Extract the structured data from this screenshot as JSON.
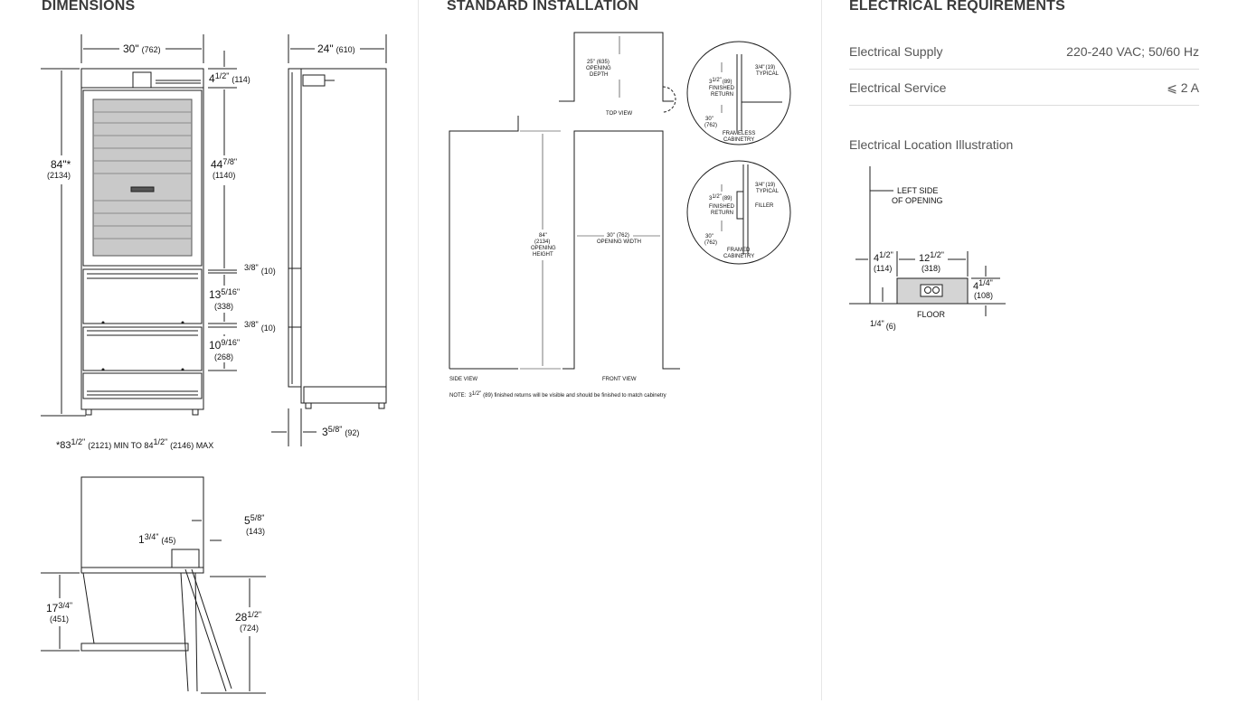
{
  "dimensions": {
    "title": "DIMENSIONS",
    "width_top": "30\"",
    "width_top_mm": "(762)",
    "side_depth": "24\"",
    "side_depth_mm": "(610)",
    "height": "84\"*",
    "height_mm": "(2134)",
    "top_grille_whole": "4",
    "top_grille_frac": "1/2\"",
    "top_grille_mm": "(114)",
    "door_whole": "44",
    "door_frac": "7/8\"",
    "door_mm": "(1140)",
    "gap1_frac": "3/8\"",
    "gap1_mm": "(10)",
    "drawer1_whole": "13",
    "drawer1_frac": "5/16\"",
    "drawer1_mm": "(338)",
    "gap2_frac": "3/8\"",
    "gap2_mm": "(10)",
    "drawer2_whole": "10",
    "drawer2_frac": "9/16\"",
    "drawer2_mm": "(268)",
    "door_panel_whole": "3",
    "door_panel_frac": "5/8\"",
    "door_panel_mm": "(92)",
    "height_note_prefix": "*83",
    "height_note_frac1": "1/2\"",
    "height_note_mid": "(2121) MIN TO 84",
    "height_note_frac2": "1/2\"",
    "height_note_suffix": "(2146) MAX",
    "clear_whole": "1",
    "clear_frac": "3/4\"",
    "clear_mm": "(45)",
    "handle_whole": "5",
    "handle_frac": "5/8\"",
    "handle_mm": "(143)",
    "drawer_depth_whole": "17",
    "drawer_depth_frac": "3/4\"",
    "drawer_depth_mm": "(451)",
    "open_whole": "28",
    "open_frac": "1/2\"",
    "open_mm": "(724)"
  },
  "installation": {
    "title": "STANDARD INSTALLATION",
    "depth_val": "25\"",
    "depth_mm": "(635)",
    "depth_l1": "OPENING",
    "depth_l2": "DEPTH",
    "top_view": "TOP VIEW",
    "return1_whole": "3",
    "return1_frac": "1/2\"",
    "return1_mm": "(89)",
    "return1_l1": "FINISHED",
    "return1_l2": "RETURN",
    "typical1_frac": "3/4\"",
    "typical1_mm": "(19)",
    "typical1_l": "TYPICAL",
    "w1_val": "30\"",
    "w1_mm": "(762)",
    "frameless_l1": "FRAMELESS",
    "frameless_l2": "CABINETRY",
    "return2_whole": "3",
    "return2_frac": "1/2\"",
    "return2_mm": "(89)",
    "return2_l1": "FINISHED",
    "return2_l2": "RETURN",
    "typical2_frac": "3/4\"",
    "typical2_mm": "(19)",
    "typical2_l": "TYPICAL",
    "filler": "FILLER",
    "w2_val": "30\"",
    "w2_mm": "(762)",
    "framed_l1": "FRAMED",
    "framed_l2": "CABINETRY",
    "height_val": "84\"",
    "height_mm": "(2134)",
    "height_l1": "OPENING",
    "height_l2": "HEIGHT",
    "width_val": "30\"",
    "width_mm": "(762)",
    "width_l": "OPENING WIDTH",
    "side_view": "SIDE VIEW",
    "front_view": "FRONT VIEW",
    "note_prefix": "NOTE:",
    "note_whole": "3",
    "note_frac": "1/2\"",
    "note_text": "(89) finished returns will be visible and should be finished to match cabinetry"
  },
  "electrical": {
    "title": "ELECTRICAL REQUIREMENTS",
    "rows": [
      {
        "label": "Electrical Supply",
        "value": "220-240 VAC; 50/60 Hz"
      },
      {
        "label": "Electrical Service",
        "value": "⩽ 2 A"
      }
    ],
    "illustration_title": "Electrical Location Illustration",
    "left_side_l1": "LEFT SIDE",
    "left_side_l2": "OF OPENING",
    "offset_whole": "4",
    "offset_frac": "1/2\"",
    "offset_mm": "(114)",
    "width_whole": "12",
    "width_frac": "1/2\"",
    "width_mm": "(318)",
    "height_whole": "4",
    "height_frac": "1/4\"",
    "height_mm": "(108)",
    "floor": "FLOOR",
    "bottom_frac": "1/4\"",
    "bottom_mm": "(6)"
  },
  "colors": {
    "line": "#1e1e1e",
    "glass": "#c9c9c9",
    "separator": "#e6e6e6",
    "outlet_box": "#d4d4d4"
  }
}
